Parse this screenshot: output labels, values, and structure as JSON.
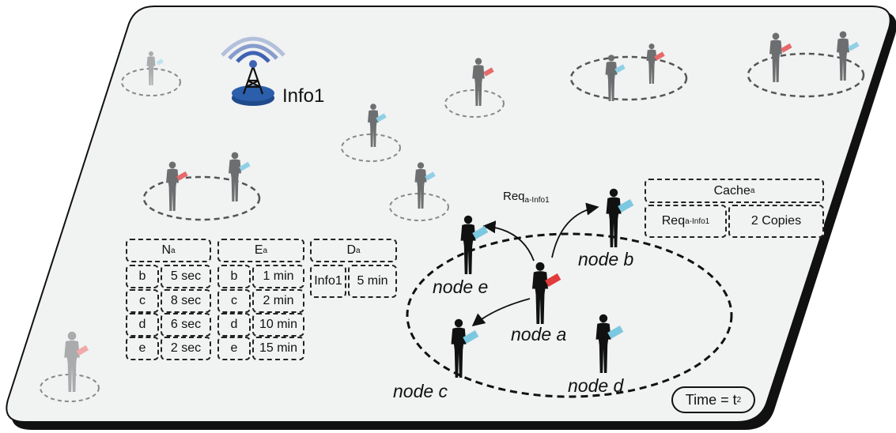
{
  "tower_label": "Info1",
  "request_arrow_label": {
    "main": "Req",
    "sub": "a-Info1"
  },
  "nodes": {
    "a": "node a",
    "b": "node b",
    "c": "node c",
    "d": "node d",
    "e": "node e"
  },
  "table_N": {
    "header": {
      "main": "N",
      "sub": "a"
    },
    "rows": [
      [
        "b",
        "5 sec"
      ],
      [
        "c",
        "8 sec"
      ],
      [
        "d",
        "6 sec"
      ],
      [
        "e",
        "2 sec"
      ]
    ]
  },
  "table_E": {
    "header": {
      "main": "E",
      "sub": "a"
    },
    "rows": [
      [
        "b",
        "1 min"
      ],
      [
        "c",
        "2 min"
      ],
      [
        "d",
        "10 min"
      ],
      [
        "e",
        "15 min"
      ]
    ]
  },
  "table_D": {
    "header": {
      "main": "D",
      "sub": "a"
    },
    "rows": [
      [
        "Info1",
        "5 min"
      ]
    ]
  },
  "cache_table": {
    "header": {
      "main": "Cache",
      "sub": "a"
    },
    "entry_key": {
      "main": "Req",
      "sub": "a-Info1"
    },
    "entry_value": "2 Copies"
  },
  "time": {
    "main": "Time = t",
    "sub": "2"
  },
  "colors": {
    "panel": "#f1f2f2",
    "panel_shadow": "#111111",
    "person_dark": "#111111",
    "person_grey": "#6d6e70",
    "person_faded": "#a9abad",
    "device_red": "#e23b3b",
    "device_blue": "#7cc8e0",
    "tower_base": "#2b5fab",
    "signal": "#3f63b3"
  }
}
